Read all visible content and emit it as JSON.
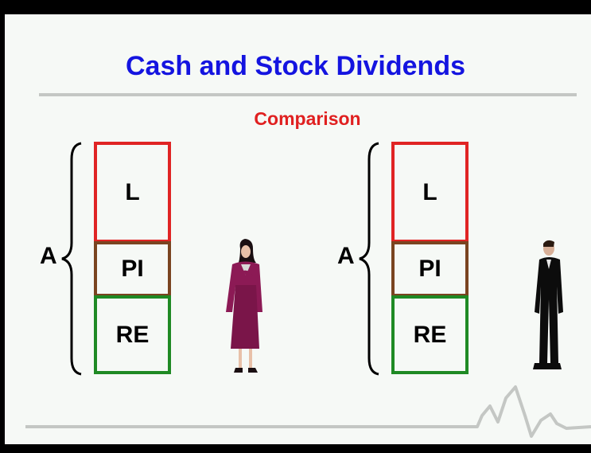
{
  "slide": {
    "title": "Cash and Stock Dividends",
    "subtitle": "Comparison"
  },
  "left_stack": {
    "brace_label": "A",
    "segments": [
      {
        "label": "L",
        "color": "#e02424"
      },
      {
        "label": "PI",
        "color": "#7a4420"
      },
      {
        "label": "RE",
        "color": "#1f8a24"
      }
    ]
  },
  "right_stack": {
    "brace_label": "A",
    "segments": [
      {
        "label": "L",
        "color": "#e02424"
      },
      {
        "label": "PI",
        "color": "#7a4420"
      },
      {
        "label": "RE",
        "color": "#1f8a24"
      }
    ]
  },
  "figures": {
    "left": "woman-figure",
    "right": "man-figure"
  },
  "colors": {
    "title": "#1414e0",
    "subtitle": "#e02020",
    "rule": "#c4c7c4",
    "background": "#f6f9f6"
  }
}
